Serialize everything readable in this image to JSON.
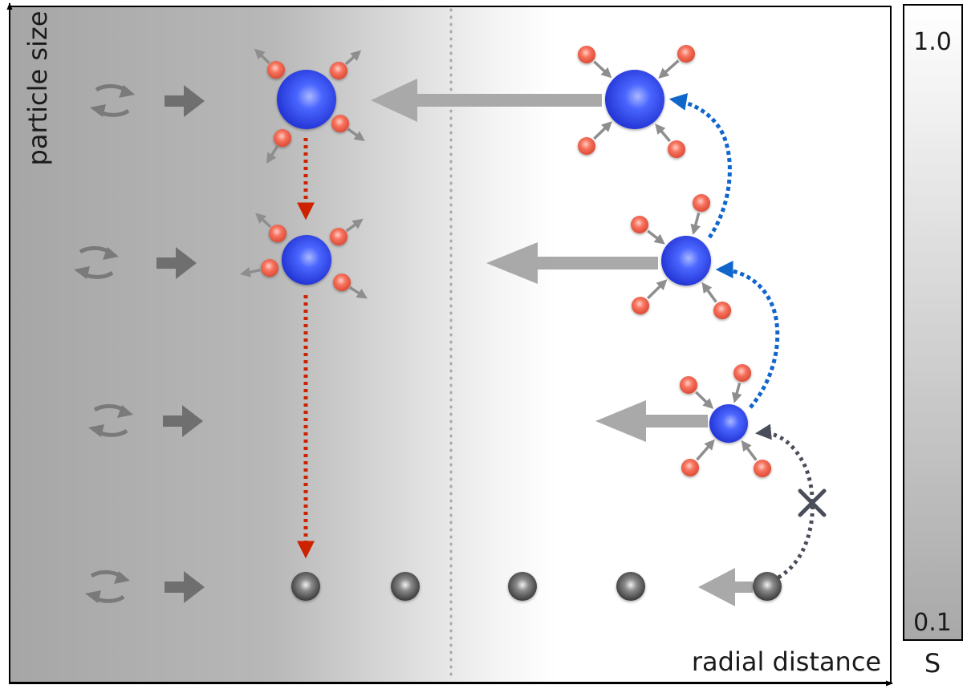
{
  "axes": {
    "y_label": "particle size",
    "x_label": "radial distance"
  },
  "colorbar": {
    "top_label": "1.0",
    "bottom_label": "0.1",
    "symbol": "S",
    "top_color": "#ffffff",
    "bottom_color": "#a8a8a8"
  },
  "regions": {
    "left_shading_color": "#a6a6a6",
    "divider": "dotted vertical line"
  },
  "colors": {
    "grain_blue": "#3355ee",
    "monomer": "#f26a55",
    "bare_grain": "#555555",
    "drift_arrow": "#aaaaaa",
    "rotation_symbol": "#777777",
    "red_path": "#cc2200",
    "blue_path": "#1166cc",
    "dark_path": "#4a4e5a"
  },
  "icons": [
    "rotation-icon",
    "right-arrow-icon",
    "blocked-x-icon"
  ]
}
